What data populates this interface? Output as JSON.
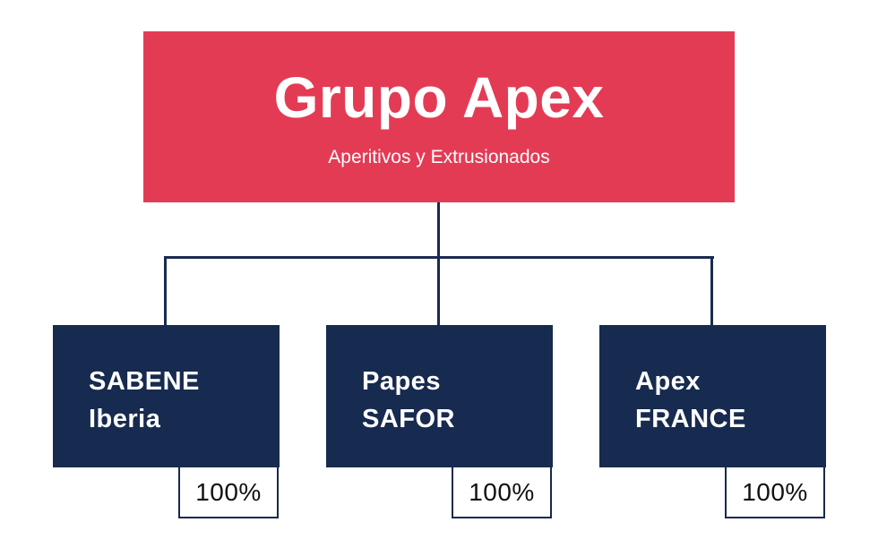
{
  "parent": {
    "title": "Grupo Apex",
    "subtitle": "Aperitivos y Extrusionados",
    "color": "#e43b55"
  },
  "children": [
    {
      "name_line1": "SABENE",
      "name_line2": "Iberia",
      "ownership": "100%"
    },
    {
      "name_line1": "Papes",
      "name_line2": "SAFOR",
      "ownership": "100%"
    },
    {
      "name_line1": "Apex",
      "name_line2": "FRANCE",
      "ownership": "100%"
    }
  ],
  "colors": {
    "child_bg": "#172a4f",
    "connector": "#1a2b50"
  }
}
